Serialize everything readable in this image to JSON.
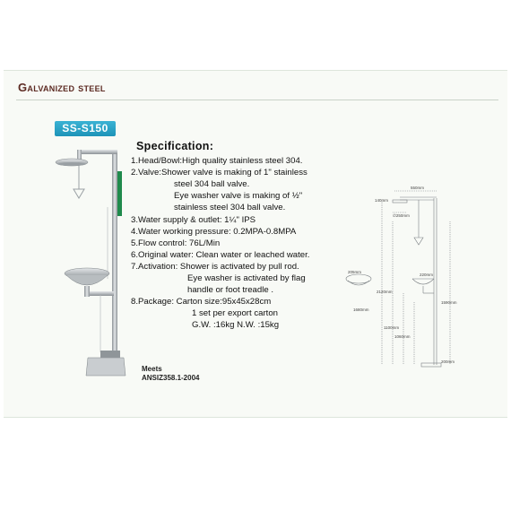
{
  "title": "Galvanized steel",
  "model": "SS-S150",
  "spec": {
    "heading": "Specification:",
    "lines": [
      "1.Head/Bowl:High quality stainless steel 304.",
      "2.Valve:Shower valve is making of 1\" stainless",
      "steel 304 ball valve.",
      "Eye washer valve is making of ½\"",
      "stainless steel 304 ball valve.",
      "3.Water supply & outlet: 1¼\" IPS",
      "4.Water working pressure: 0.2MPA-0.8MPA",
      "5.Flow control: 76L/Min",
      "6.Original water: Clean water or leached water.",
      "7.Activation: Shower is activated by pull rod.",
      "Eye washer is activated by flag",
      "handle or foot treadle .",
      "8.Package:  Carton size:95x45x28cm",
      "1 set per export carton",
      "G.W. :16kg    N.W. :15kg"
    ]
  },
  "meets": {
    "label": "Meets",
    "standard": "ANSIZ358.1-2004"
  },
  "diagram": {
    "dims": {
      "top_width": "550mm",
      "head_drop": "140mm",
      "head_dia": "∅250mm",
      "bowl_dia": "205mm",
      "bowl_width": "220mm",
      "total_height": "2120mm",
      "pull_height": "1680mm",
      "right_height": "1590mm",
      "bowl_height": "1100mm",
      "pipe_height": "1060mm",
      "base": "200mm"
    }
  },
  "colors": {
    "title": "#5c2a22",
    "badge": "#2aa3c8",
    "panel_green": "#1f8a4c",
    "steel": "#a9aeb2"
  }
}
